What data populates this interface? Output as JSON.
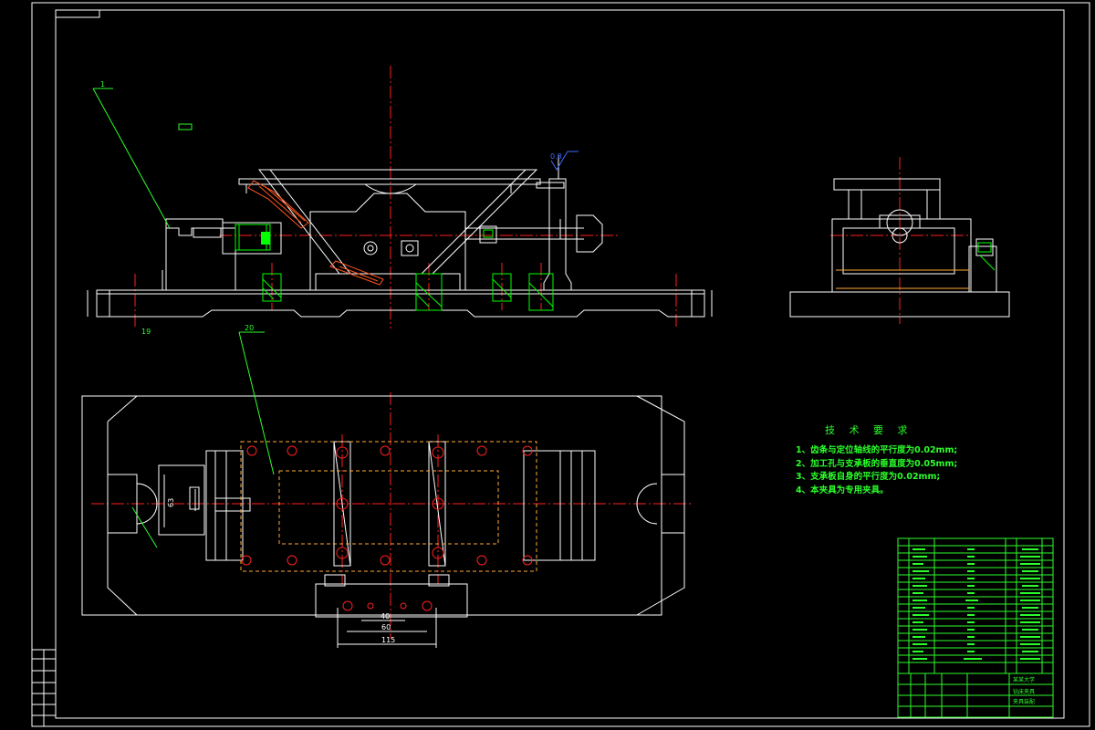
{
  "colors": {
    "background": "#000000",
    "outline": "#ffffff",
    "centerline": "#ff2020",
    "hatch": "#00ff00",
    "annotation": "#2bff2b",
    "hidden": "#ffaa33",
    "dimension": "#ffffff",
    "roughness": "#3b6bff"
  },
  "balloons": {
    "b1": "1",
    "b19": "19",
    "b20": "20"
  },
  "roughness_mark": "0.8",
  "dimensions": {
    "d40": "40",
    "d60": "60",
    "d115": "115",
    "d63": "63"
  },
  "technical_requirements": {
    "title": "技 术 要 求",
    "items": [
      "1、齿条与定位轴线的平行度为0.02mm;",
      "2、加工孔与支承板的垂直度为0.05mm;",
      "3、支承板自身的平行度为0.02mm;",
      "4、本夹具为专用夹具。"
    ]
  },
  "title_block": {
    "school": "某某大学",
    "drawing_name": "钻床夹具",
    "drawing_no": "夹具装配"
  }
}
